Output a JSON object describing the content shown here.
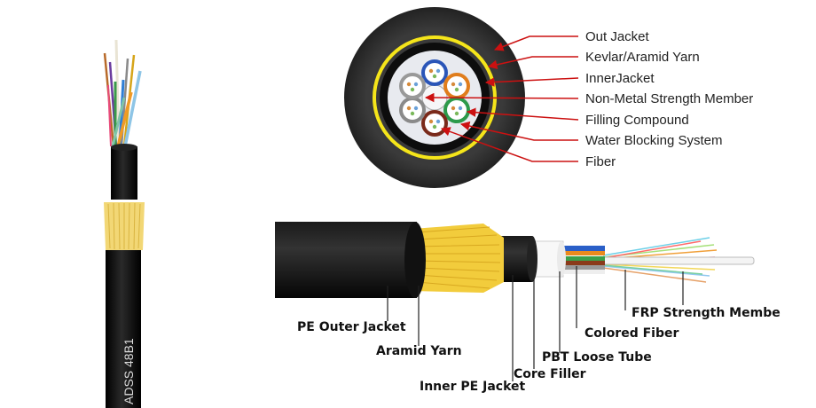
{
  "cable_print": "ADSS  48B1",
  "cross_section_labels": [
    "Out Jacket",
    "Kevlar/Aramid Yarn",
    "InnerJacket",
    "Non-Metal Strength Member",
    "Filling Compound",
    "Water Blocking System",
    "Fiber"
  ],
  "side_view_labels": [
    "PE Outer Jacket",
    "Aramid Yarn",
    "Inner PE Jacket",
    "Core Filler",
    "PBT Loose Tube",
    "Colored Fiber",
    "FRP Strength Membe"
  ],
  "colors": {
    "leader_line": "#cc1111",
    "jacket": "#111111",
    "aramid": "#f2d75a",
    "yellow_ring": "#f5e51a"
  }
}
